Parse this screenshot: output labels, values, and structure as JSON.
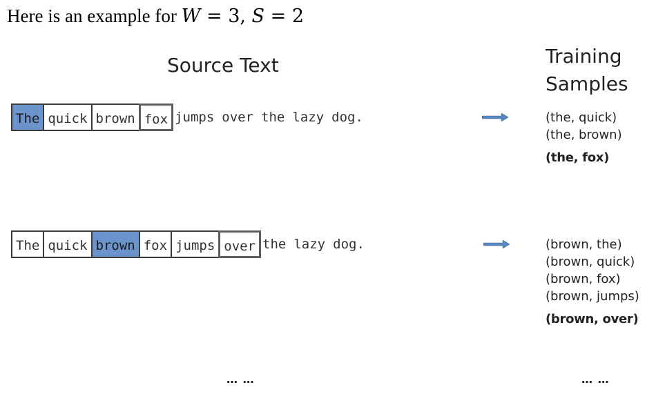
{
  "heading": {
    "prefix": "Here is an example for ",
    "math": "W = 3,  S = 2"
  },
  "titles": {
    "source": "Source Text",
    "training_line1": "Training",
    "training_line2": "Samples"
  },
  "rows": [
    {
      "boxed_words": [
        "The",
        "quick",
        "brown",
        "fox"
      ],
      "target_index": 0,
      "window_end_index": 3,
      "plain_words": [
        "jumps",
        "over",
        "the",
        "lazy",
        "dog."
      ],
      "samples": [
        "(the, quick)",
        "(the, brown)"
      ],
      "bold_sample": "(the, fox)"
    },
    {
      "boxed_words": [
        "The",
        "quick",
        "brown",
        "fox",
        "jumps",
        "over"
      ],
      "target_index": 2,
      "window_end_index": 5,
      "plain_words": [
        "the",
        "lazy",
        "dog."
      ],
      "samples": [
        "(brown, the)",
        "(brown, quick)",
        "(brown, fox)",
        "(brown, jumps)"
      ],
      "bold_sample": "(brown, over)"
    }
  ],
  "ellipsis": {
    "left": "… …",
    "right": "… …"
  },
  "colors": {
    "target_fill": "#6a94cb",
    "arrow": "#5b87c0"
  }
}
